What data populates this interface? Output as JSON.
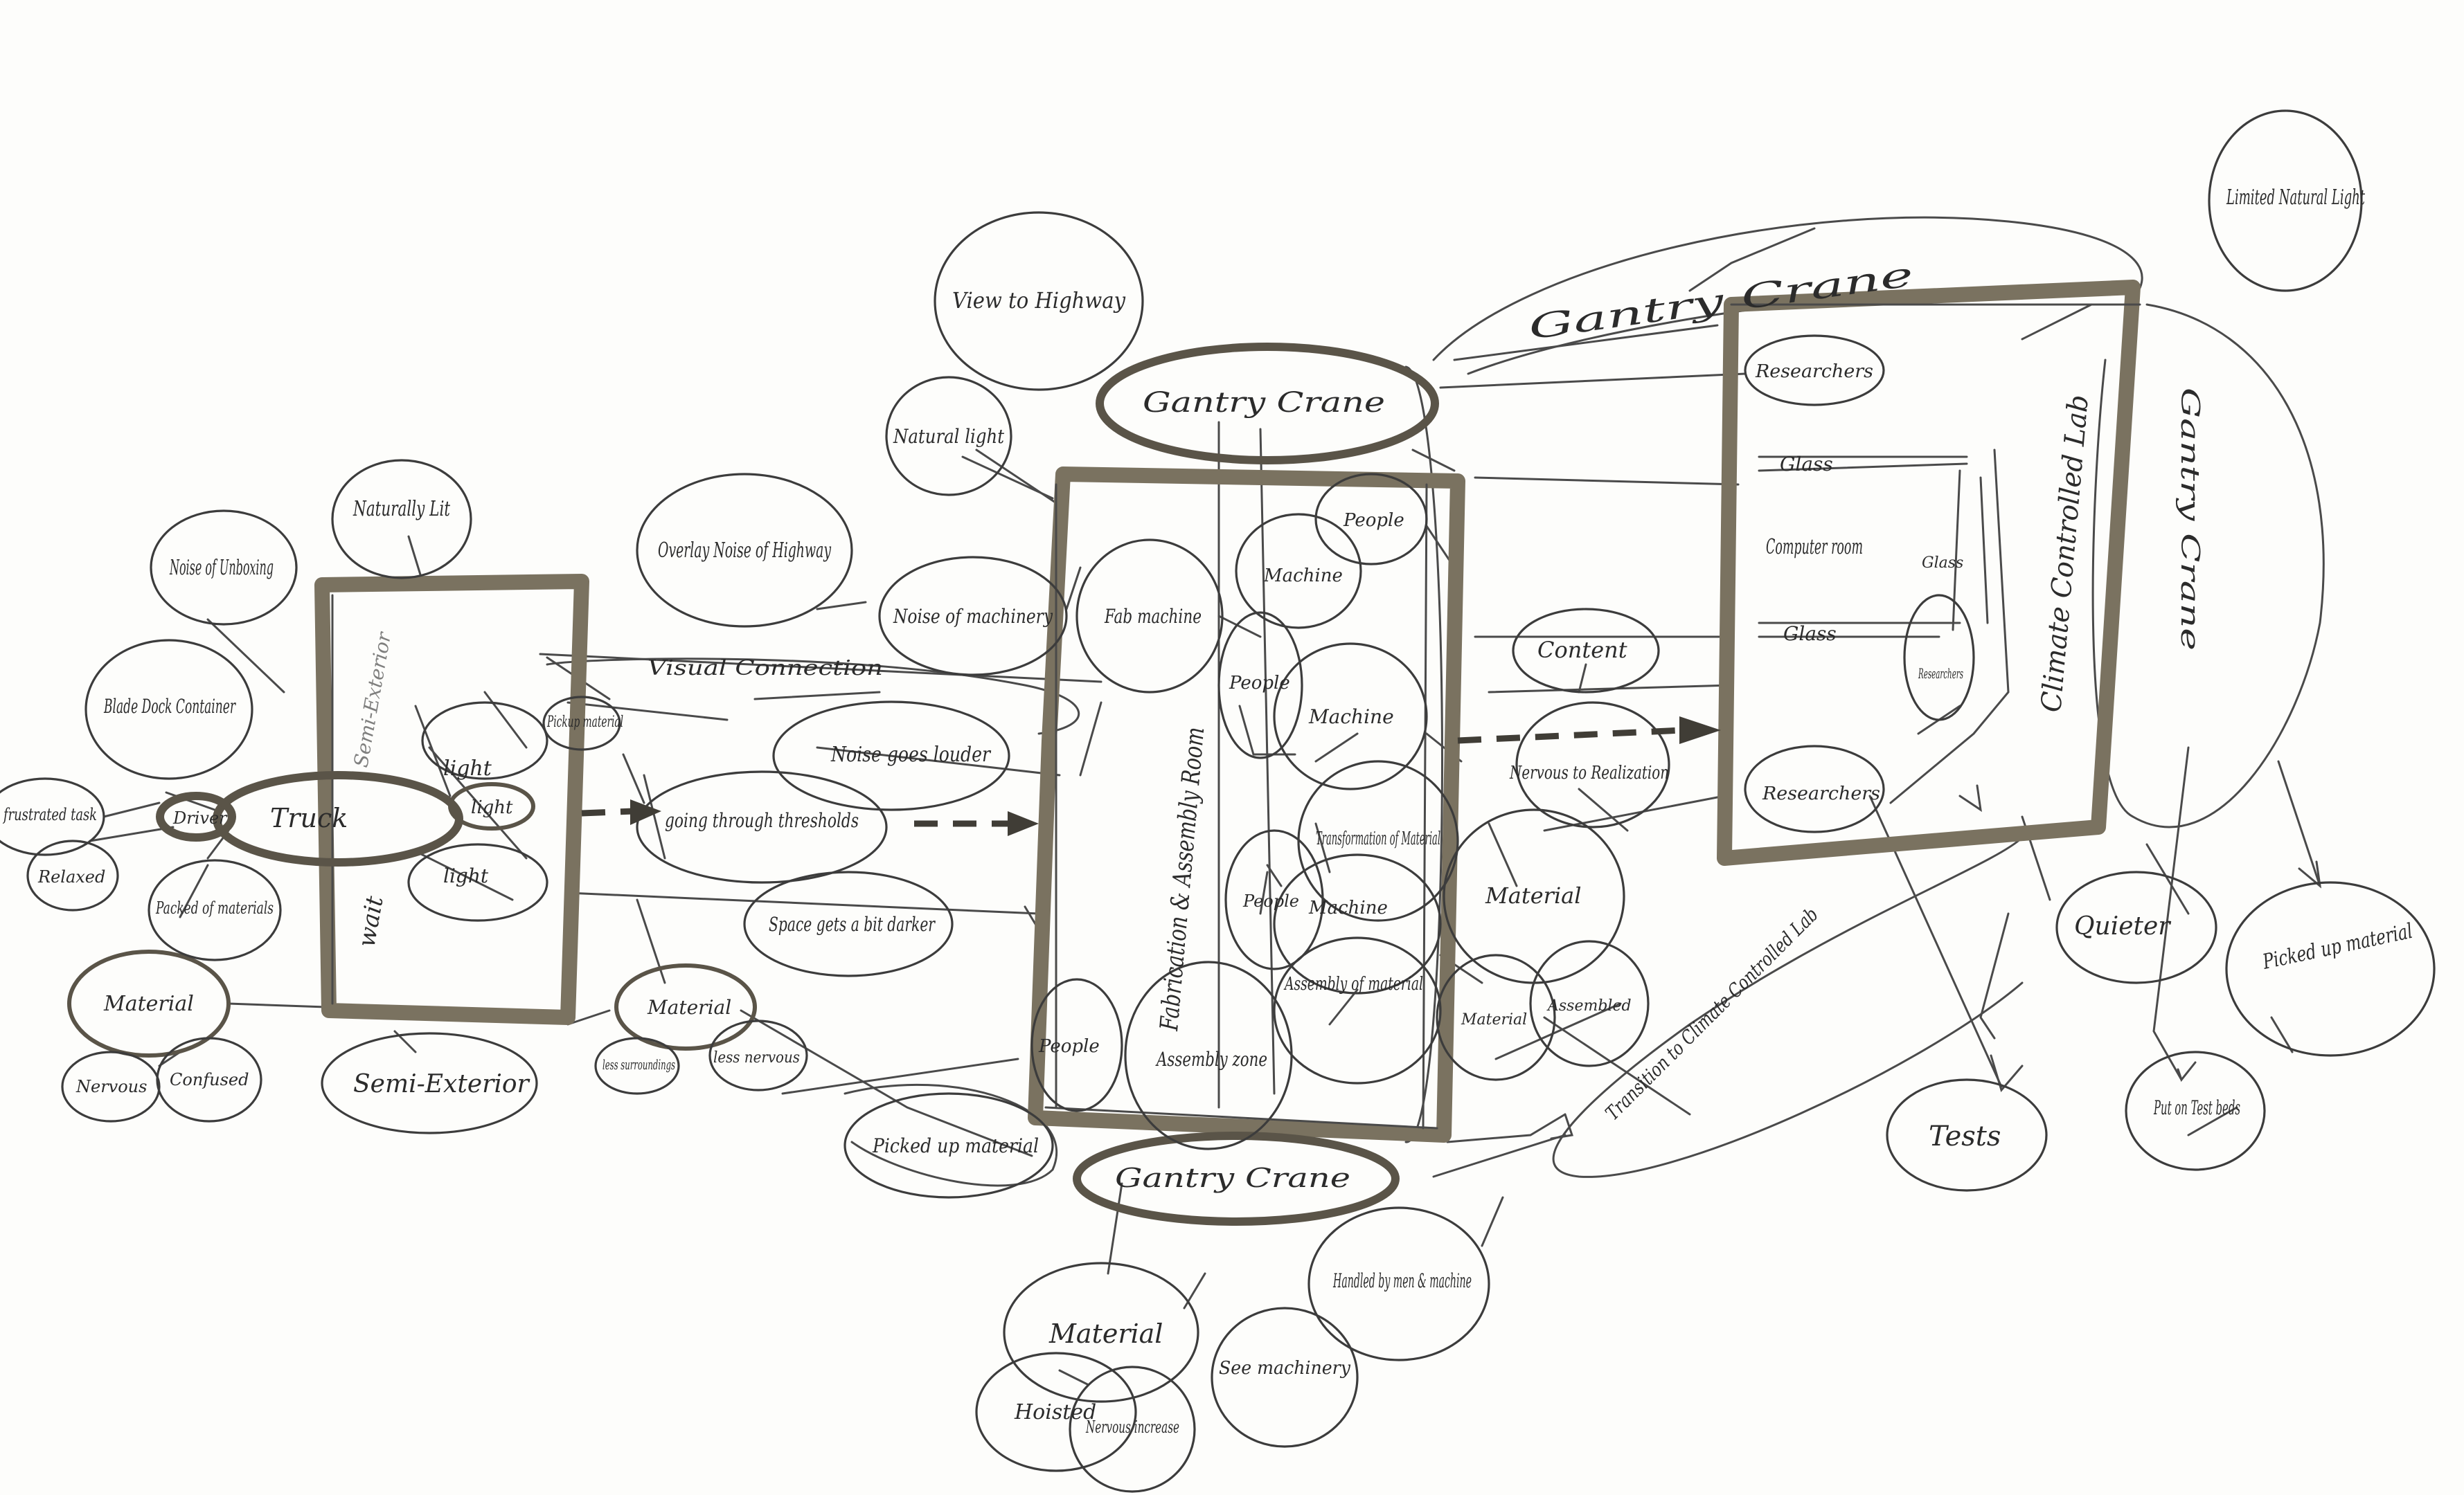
{
  "colors": {
    "paper": "#fdfdfb",
    "pencil": "#3c3c3c",
    "marker": "#7a7260"
  },
  "rooms": {
    "semi_ext_label": "Semi-Exterior",
    "fab_label": "Fabrication & Assembly Room",
    "lab_label": "Climate Controlled Lab"
  },
  "notes": {
    "noise_unboxing": "Noise of Unboxing",
    "naturally_lit": "Naturally Lit",
    "blade_container": "Blade Dock Container",
    "truck": "Truck",
    "driver": "Driver",
    "frustrated_task": "frustrated task",
    "relaxed": "Relaxed",
    "packed_materials": "Packed of materials",
    "material_left": "Material",
    "nervous_left": "Nervous",
    "confused": "Confused",
    "semi_exterior": "Semi-Exterior",
    "light_top": "light",
    "light_mid": "light",
    "light_bottom": "light",
    "wait": "wait",
    "pickup_material": "Pickup material",
    "material_mid": "Material",
    "less_surround": "less surroundings",
    "less_nervous": "less nervous",
    "going_thresholds": "going through thresholds",
    "visual_connection": "Visual Connection",
    "noise_louder": "Noise goes louder",
    "space_darker": "Space gets a bit darker",
    "overlay_noise": "Overlay Noise of Highway",
    "noise_machinery": "Noise of machinery",
    "natural_light": "Natural light",
    "view_highway": "View to Highway",
    "gantry_top": "Gantry Crane",
    "gantry_bottom": "Gantry Crane",
    "gantry_upper_right": "Gantry Crane",
    "gantry_right": "Gantry Crane",
    "fab_machine": "Fab machine",
    "people_1": "People",
    "machine_1": "Machine",
    "people_2": "People",
    "machine_2": "Machine",
    "transformation": "Transformation of Material",
    "people_3": "People",
    "machine_3": "Machine",
    "assembly_material": "Assembly of material",
    "people_4": "People",
    "assembly_zone": "Assembly zone",
    "picked_up_material": "Picked up material",
    "material_bottom": "Material",
    "hoisted": "Hoisted",
    "nervous_increase": "Nervous increase",
    "see_machinery": "See machinery",
    "handled_by": "Handled by men & machine",
    "content": "Content",
    "nervous_realization": "Nervous to Realization",
    "material_right": "Material",
    "material_small": "Material",
    "assembled": "Assembled",
    "transition_lab": "Transition to Climate Controlled Lab",
    "researchers_top": "Researchers",
    "glass_1": "Glass",
    "computer_room": "Computer room",
    "glass_2": "Glass",
    "glass_3": "Glass",
    "researchers_mid": "Researchers",
    "researchers_bottom": "Researchers",
    "limited_light": "Limited Natural Light",
    "quieter": "Quieter",
    "picked_up_right": "Picked up material",
    "put_on_test": "Put on Test beds",
    "tests": "Tests"
  }
}
